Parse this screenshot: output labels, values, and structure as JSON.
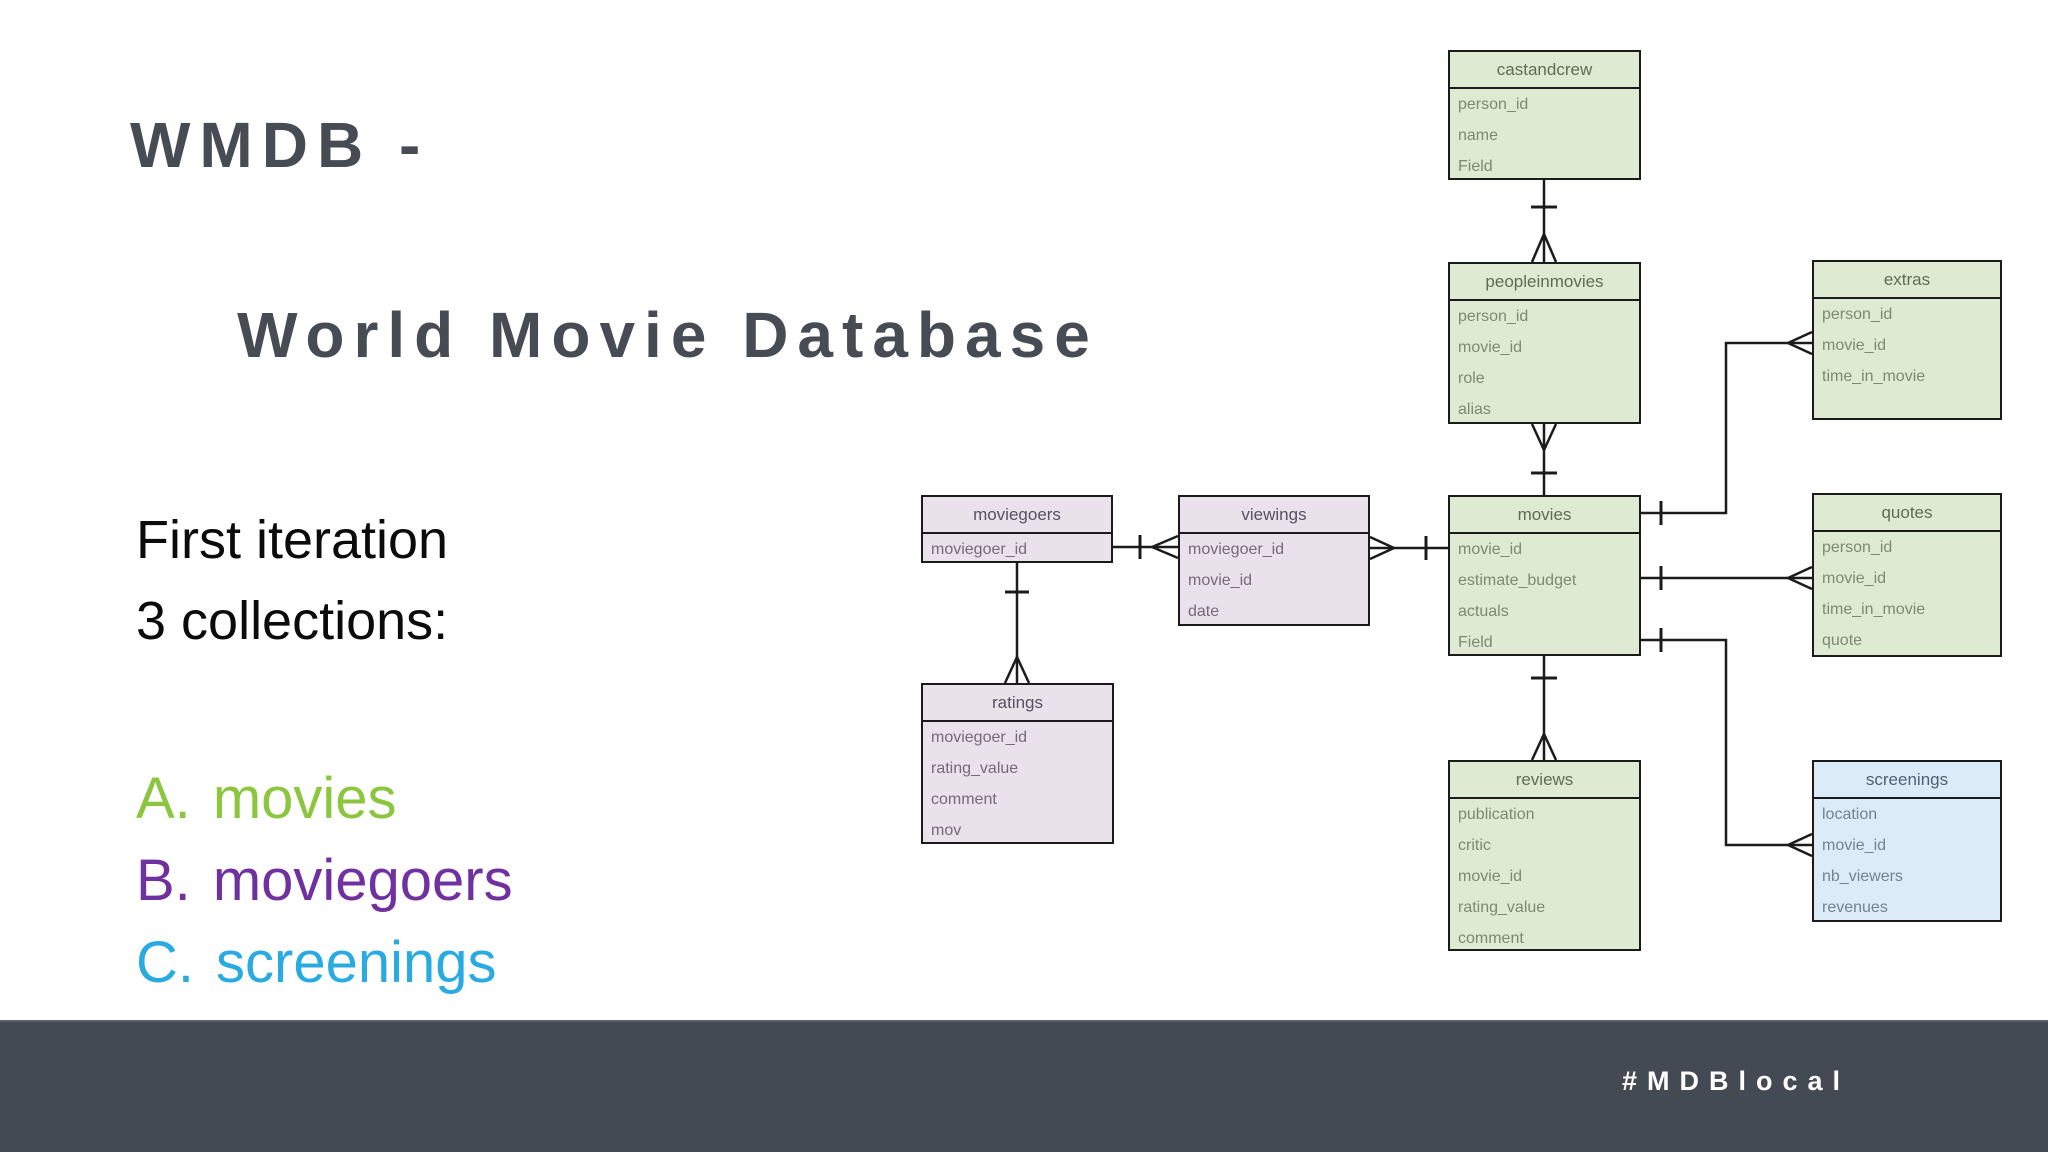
{
  "slide": {
    "title_line1": "WMDB -",
    "title_line2": "World Movie Database",
    "subtitle_line1": "First iteration",
    "subtitle_line2": "3 collections:",
    "collections": [
      {
        "prefix": "A.",
        "label": "movies",
        "color": "#8cc63f"
      },
      {
        "prefix": "B.",
        "label": "moviegoers",
        "color": "#7030a0"
      },
      {
        "prefix": "C.",
        "label": "screenings",
        "color": "#29abe2"
      }
    ],
    "footer": {
      "hashtag": "#MDBlocal",
      "bg_color": "#444a53"
    }
  },
  "diagram": {
    "colors": {
      "green_fill": "#dfead3",
      "purple_fill": "#e9e2ea",
      "blue_fill": "#dcebf8",
      "line": "#1b1b1b"
    },
    "tables": [
      {
        "name": "castandcrew",
        "scheme": "green",
        "fields": [
          "person_id",
          "name",
          "Field"
        ]
      },
      {
        "name": "peopleinmovies",
        "scheme": "green",
        "fields": [
          "person_id",
          "movie_id",
          "role",
          "alias"
        ]
      },
      {
        "name": "extras",
        "scheme": "green",
        "fields": [
          "person_id",
          "movie_id",
          "time_in_movie"
        ]
      },
      {
        "name": "moviegoers",
        "scheme": "purple",
        "fields": [
          "moviegoer_id"
        ]
      },
      {
        "name": "viewings",
        "scheme": "purple",
        "fields": [
          "moviegoer_id",
          "movie_id",
          "date"
        ]
      },
      {
        "name": "movies",
        "scheme": "green",
        "fields": [
          "movie_id",
          "estimate_budget",
          "actuals",
          "Field"
        ]
      },
      {
        "name": "quotes",
        "scheme": "green",
        "fields": [
          "person_id",
          "movie_id",
          "time_in_movie",
          "quote"
        ]
      },
      {
        "name": "ratings",
        "scheme": "purple",
        "fields": [
          "moviegoer_id",
          "rating_value",
          "comment",
          "mov"
        ]
      },
      {
        "name": "reviews",
        "scheme": "green",
        "fields": [
          "publication",
          "critic",
          "movie_id",
          "rating_value",
          "comment"
        ]
      },
      {
        "name": "screenings",
        "scheme": "blue",
        "fields": [
          "location",
          "movie_id",
          "nb_viewers",
          "revenues"
        ]
      }
    ],
    "relationships": [
      {
        "from": "castandcrew",
        "to": "peopleinmovies",
        "from_cardinality": "one",
        "to_cardinality": "many"
      },
      {
        "from": "peopleinmovies",
        "to": "movies",
        "from_cardinality": "many",
        "to_cardinality": "one"
      },
      {
        "from": "moviegoers",
        "to": "viewings",
        "from_cardinality": "one",
        "to_cardinality": "many"
      },
      {
        "from": "moviegoers",
        "to": "ratings",
        "from_cardinality": "one",
        "to_cardinality": "many"
      },
      {
        "from": "viewings",
        "to": "movies",
        "from_cardinality": "many",
        "to_cardinality": "one"
      },
      {
        "from": "movies",
        "to": "reviews",
        "from_cardinality": "one",
        "to_cardinality": "many"
      },
      {
        "from": "movies",
        "to": "extras",
        "from_cardinality": "one",
        "to_cardinality": "many"
      },
      {
        "from": "movies",
        "to": "quotes",
        "from_cardinality": "one",
        "to_cardinality": "many"
      },
      {
        "from": "movies",
        "to": "screenings",
        "from_cardinality": "one",
        "to_cardinality": "many"
      }
    ]
  }
}
